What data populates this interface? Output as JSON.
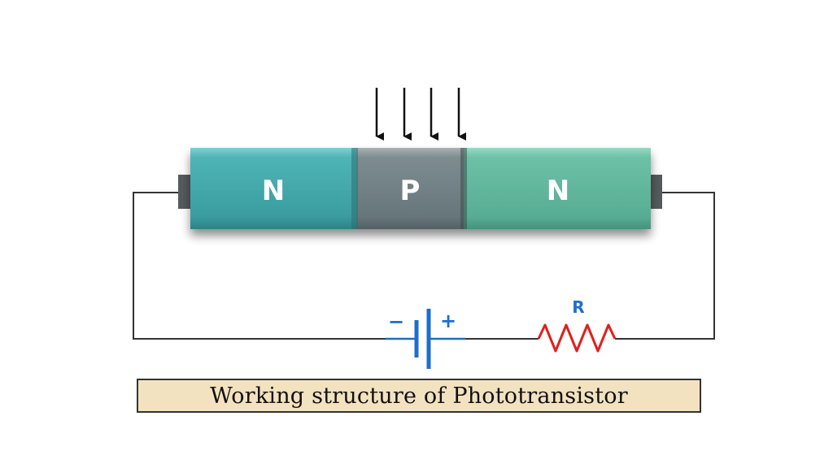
{
  "device": {
    "regions": [
      {
        "label": "N",
        "color": "#3fa5a8"
      },
      {
        "label": "P",
        "color": "#6b7c80"
      },
      {
        "label": "N",
        "color": "#5cb498"
      }
    ]
  },
  "battery": {
    "minus_label": "−",
    "plus_label": "+",
    "color": "#1e6fc7"
  },
  "resistor": {
    "label": "R",
    "color": "#e0201c"
  },
  "light_arrows": {
    "count": 4
  },
  "caption": {
    "text": "Working structure of Phototransistor"
  }
}
